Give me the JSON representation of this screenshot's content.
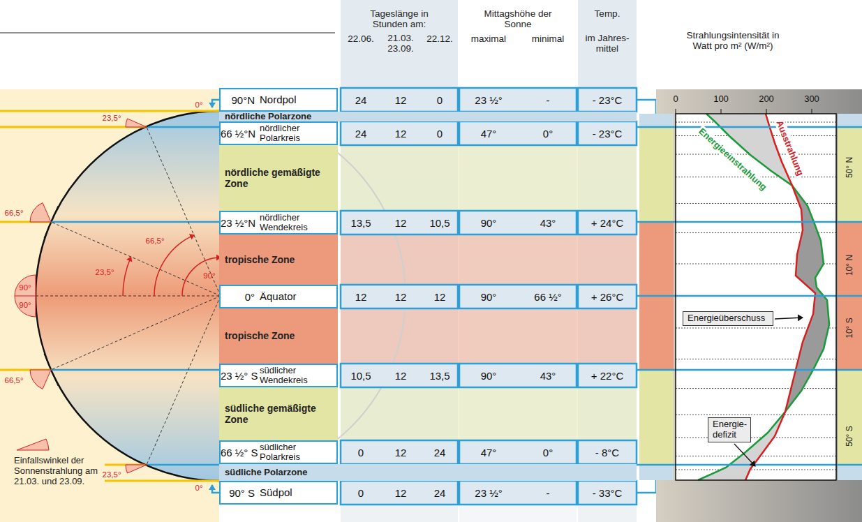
{
  "diagram": {
    "nodes": [
      {
        "text": [
          "90°N",
          "Nordpol"
        ]
      },
      {
        "text": [
          "nördliche Polarzone"
        ]
      },
      {
        "text": [
          "66 ½°N",
          "nördlicher Polarkreis"
        ]
      },
      {
        "text": [
          "nördliche gemäßigte Zone"
        ]
      },
      {
        "text": [
          "23 ½°N",
          "nördlicher Wendekreis"
        ]
      },
      {
        "text": [
          "tropische Zone"
        ]
      },
      {
        "text": [
          "0°",
          "Äquator"
        ]
      },
      {
        "text": [
          "tropische Zone"
        ]
      },
      {
        "text": [
          "23 ½° S",
          "südlicher Wendekreis"
        ]
      },
      {
        "text": [
          "südliche gemäßigte Zone"
        ]
      },
      {
        "text": [
          "66 ½° S",
          "südlicher Polarkreis"
        ]
      },
      {
        "text": [
          "südliche Polarzone"
        ]
      },
      {
        "text": [
          "90° S",
          "Südpol"
        ]
      },
      {
        "text": [
          "Energieüberschuss"
        ]
      },
      {
        "text": [
          "Energie- defizit"
        ]
      }
    ],
    "labels": [
      "Tageslänge in Stunden am:",
      "22.06.",
      "21.03. 23.09.",
      "22.12.",
      "Mittagshöhe der Sonne",
      "maximal",
      "minimal",
      "Temp.",
      "im Jahres- mittel",
      "Strahlungsintensität in Watt pro m² (W/m²)",
      "24",
      "12",
      "0",
      "23 ½°",
      "-",
      "- 23°C",
      "24",
      "12",
      "0",
      "47°",
      "0°",
      "- 23°C",
      "13,5",
      "12",
      "10,5",
      "90°",
      "43°",
      "+ 24°C",
      "12",
      "12",
      "12",
      "90°",
      "66 ½°",
      "+ 26°C",
      "10,5",
      "12",
      "13,5",
      "90°",
      "43°",
      "+ 22°C",
      "0",
      "12",
      "24",
      "47°",
      "0°",
      "- 8°C",
      "0",
      "12",
      "24",
      "23 ½°",
      "-",
      "- 33°C",
      "0°",
      "23,5°",
      "66,5°",
      "66,5°",
      "23,5°",
      "90°",
      "90°",
      "90°",
      "66,5°",
      "23,5°",
      "0°",
      "0",
      "100",
      "200",
      "300",
      "50° N",
      "10° N",
      "10° S",
      "50° S",
      "Energieeinstrahlung",
      "Ausstrahlung"
    ],
    "legend": [
      {
        "text": "Einfallswinkel der Sonnenstrahlung am 21.03. und 23.09."
      }
    ]
  }
}
